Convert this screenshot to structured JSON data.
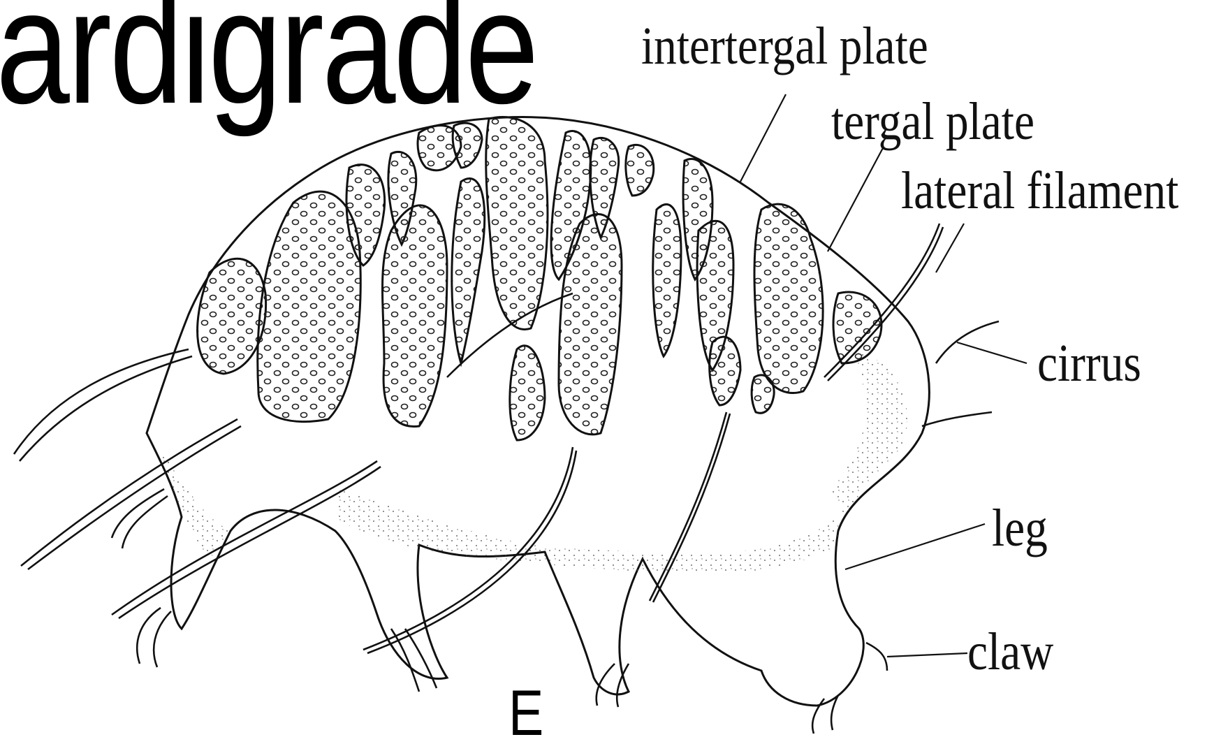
{
  "title": "ardigrade",
  "panel_letter": "E",
  "labels": {
    "intertergal_plate": "intertergal plate",
    "tergal_plate": "tergal plate",
    "lateral_filament": "lateral filament",
    "cirrus": "cirrus",
    "leg": "leg",
    "claw": "claw"
  },
  "colors": {
    "ink": "#111111",
    "background": "#ffffff"
  }
}
